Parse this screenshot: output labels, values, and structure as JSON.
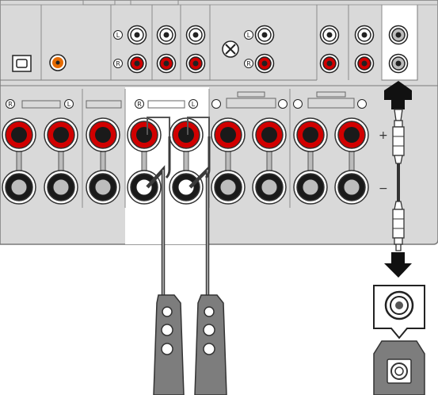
{
  "panel": {
    "input_channel_labels": [
      "L",
      "R",
      "L",
      "R"
    ],
    "lower_section_labels": [
      "R",
      "L",
      "L",
      "R"
    ],
    "polarity_plus": "+",
    "polarity_minus": "−"
  },
  "colors": {
    "panel_fill": "#d9d9d9",
    "panel_stroke": "#7a7a7a",
    "highlight_fill": "#ffffff",
    "terminal_positive": "#d10000",
    "terminal_negative": "#1a1a1a",
    "optical_orange": "#e56a00",
    "cable_dark": "#3a3a3a",
    "speaker_fill": "#7d7d7d",
    "arrow": "#111111"
  },
  "icons": [
    "optical-port-icon",
    "coaxial-jack-icon",
    "rca-jack-icon",
    "screw-terminal-icon",
    "banana-plug-icon",
    "speaker-icon",
    "arrow-up-icon",
    "arrow-down-icon",
    "subwoofer-input-icon"
  ]
}
